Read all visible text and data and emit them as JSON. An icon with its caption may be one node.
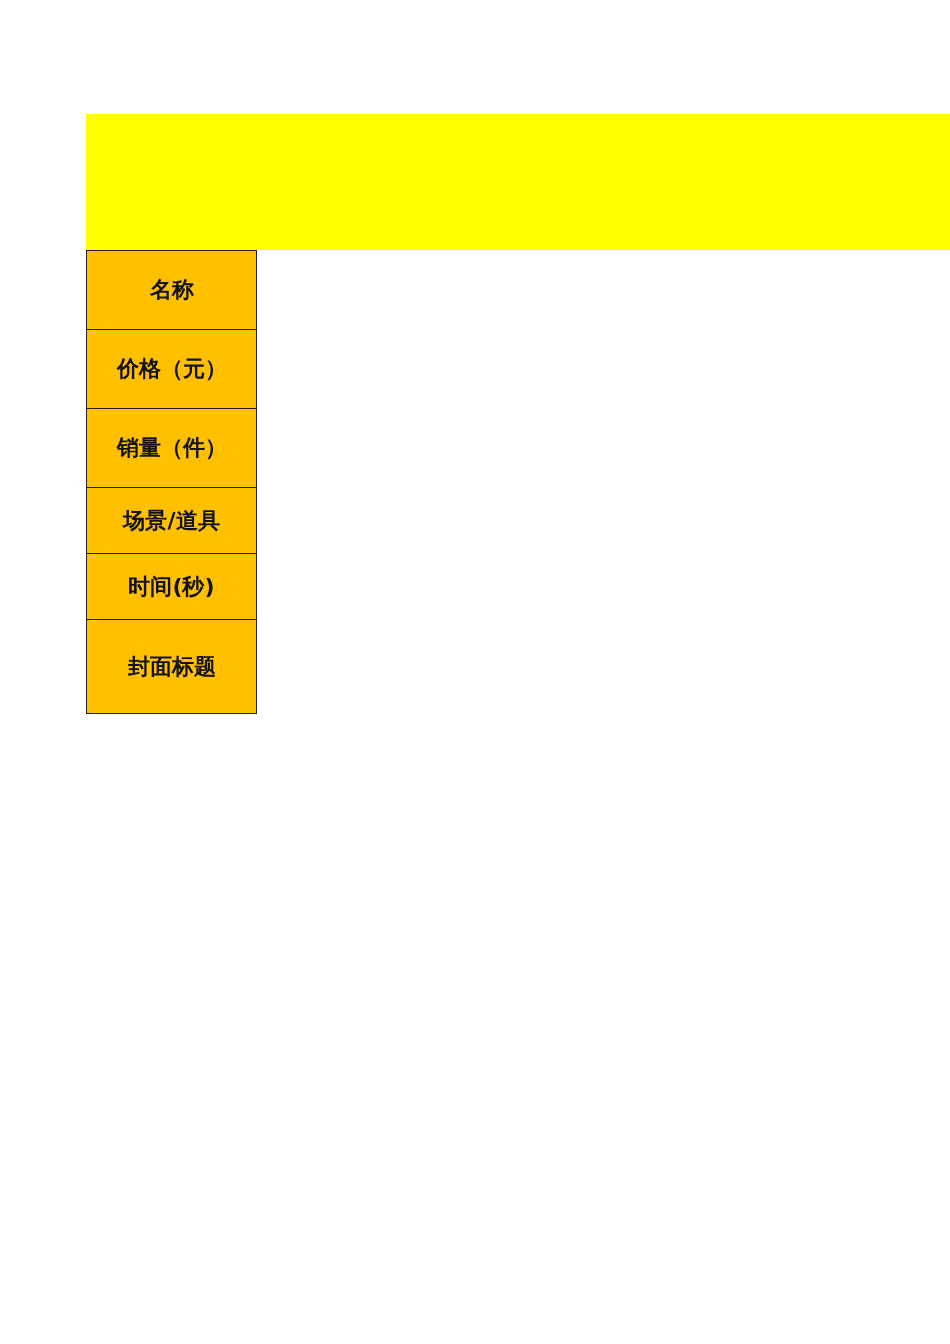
{
  "diagram": {
    "labels": [
      "名称",
      "价格（元）",
      "销量（件）",
      "场景/道具",
      "时间(秒)",
      "封面标题"
    ]
  }
}
